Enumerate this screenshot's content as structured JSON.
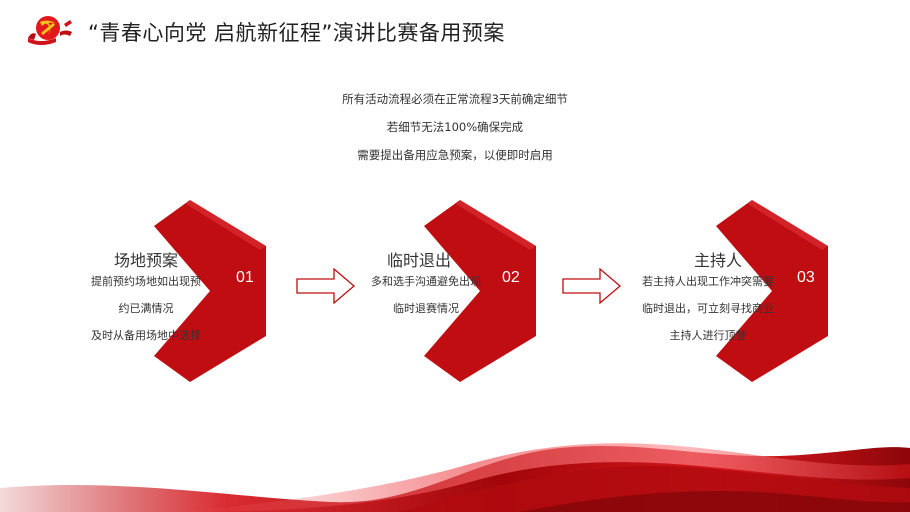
{
  "header": {
    "title": "“青春心向党 启航新征程”演讲比赛备用预案",
    "logo_icon": "party-emblem-icon"
  },
  "intro": {
    "lines": [
      "所有活动流程必须在正常流程3天前确定细节",
      "若细节无法100%确保完成",
      "需要提出备用应急预案，以便即时启用"
    ]
  },
  "steps": [
    {
      "title": "场地预案",
      "number": "01",
      "desc": [
        "提前预约场地如出现预",
        "约已满情况",
        "及时从备用场地中选择"
      ]
    },
    {
      "title": "临时退出",
      "number": "02",
      "desc": [
        "多和选手沟通避免出现",
        "临时退赛情况"
      ]
    },
    {
      "title": "主持人",
      "number": "03",
      "desc": [
        "若主持人出现工作冲突需要",
        "临时退出，可立刻寻找商业",
        "主持人进行顶替"
      ]
    }
  ],
  "colors": {
    "primary_red": "#c00d12",
    "dark_red": "#8e0a0d",
    "gold": "#f5c518"
  }
}
